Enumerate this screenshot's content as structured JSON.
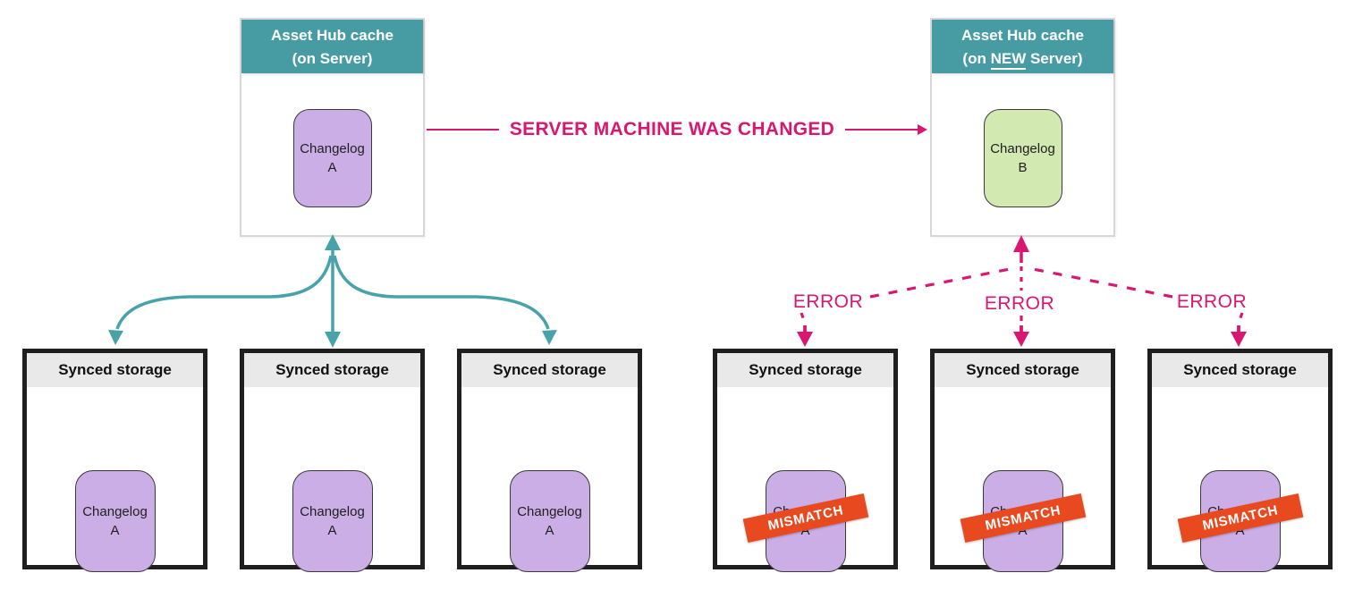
{
  "colors": {
    "accent_pink": "#da1770",
    "teal_header": "#479ca4",
    "teal_arrow": "#48a2aa",
    "purple_node": "#cbaee6",
    "green_node": "#d2e9b2",
    "mismatch_banner": "#e8491f",
    "storage_header_bg": "#e9e9e9"
  },
  "left_cache": {
    "title_line1": "Asset Hub cache",
    "title_line2": "(on Server)",
    "changelog_line1": "Changelog",
    "changelog_line2": "A"
  },
  "right_cache": {
    "title_line1": "Asset Hub cache",
    "title_line2_prefix": "(on ",
    "title_line2_emphasis": "NEW",
    "title_line2_suffix": " Server)",
    "changelog_line1": "Changelog",
    "changelog_line2": "B"
  },
  "transition_label": "SERVER MACHINE WAS CHANGED",
  "error_labels": [
    "ERROR",
    "ERROR",
    "ERROR"
  ],
  "left_storages": [
    {
      "title": "Synced storage",
      "changelog_line1": "Changelog",
      "changelog_line2": "A"
    },
    {
      "title": "Synced storage",
      "changelog_line1": "Changelog",
      "changelog_line2": "A"
    },
    {
      "title": "Synced storage",
      "changelog_line1": "Changelog",
      "changelog_line2": "A"
    }
  ],
  "right_storages": [
    {
      "title": "Synced storage",
      "changelog_line1": "Changelog",
      "changelog_line2": "A",
      "badge": "MISMATCH"
    },
    {
      "title": "Synced storage",
      "changelog_line1": "Changelog",
      "changelog_line2": "A",
      "badge": "MISMATCH"
    },
    {
      "title": "Synced storage",
      "changelog_line1": "Changelog",
      "changelog_line2": "A",
      "badge": "MISMATCH"
    }
  ]
}
